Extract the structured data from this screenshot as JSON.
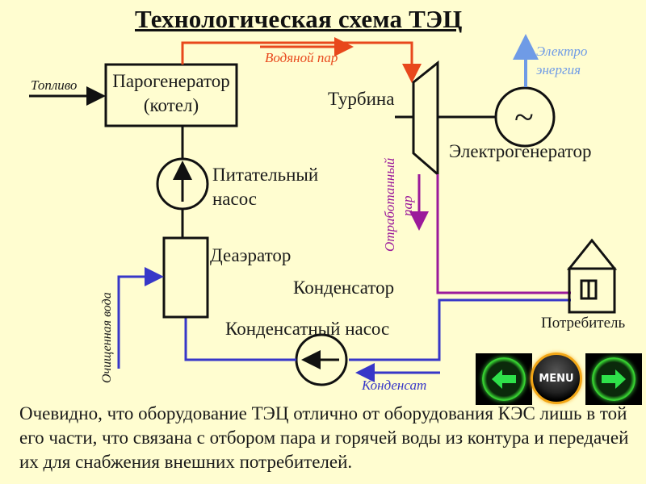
{
  "title": "Технологическая схема ТЭЦ",
  "components": {
    "steam_generator": {
      "line1": "Парогенератор",
      "line2": "(котел)"
    },
    "turbine": "Турбина",
    "generator": "Электрогенератор",
    "generator_symbol": "~",
    "feed_pump": {
      "line1": "Питательный",
      "line2": "насос"
    },
    "deaerator": "Деаэратор",
    "condenser": "Конденсатор",
    "condensate_pump": "Конденсатный насос",
    "consumer": "Потребитель"
  },
  "flows": {
    "fuel": "Топливо",
    "steam": "Водяной пар",
    "electricity": {
      "line1": "Электро",
      "line2": "энергия"
    },
    "exhaust_steam": {
      "line1": "Отработанный",
      "line2": "пар"
    },
    "purified_water": "Очищенная вода",
    "condensate": "Конденсат"
  },
  "colors": {
    "steam": "#e8481c",
    "electricity": "#6f9be6",
    "exhaust": "#9b1a9b",
    "water": "#3737c8",
    "background": "#fffdd0"
  },
  "body_text": "Очевидно, что оборудование ТЭЦ отлично от оборудования КЭС лишь в той его части, что связана с отбором пара и горячей воды из контура и передачей их для снабжения внешних потребителей.",
  "nav": {
    "prev_icon": "arrow-left-icon",
    "menu_label": "MENU",
    "next_icon": "arrow-right-icon"
  }
}
